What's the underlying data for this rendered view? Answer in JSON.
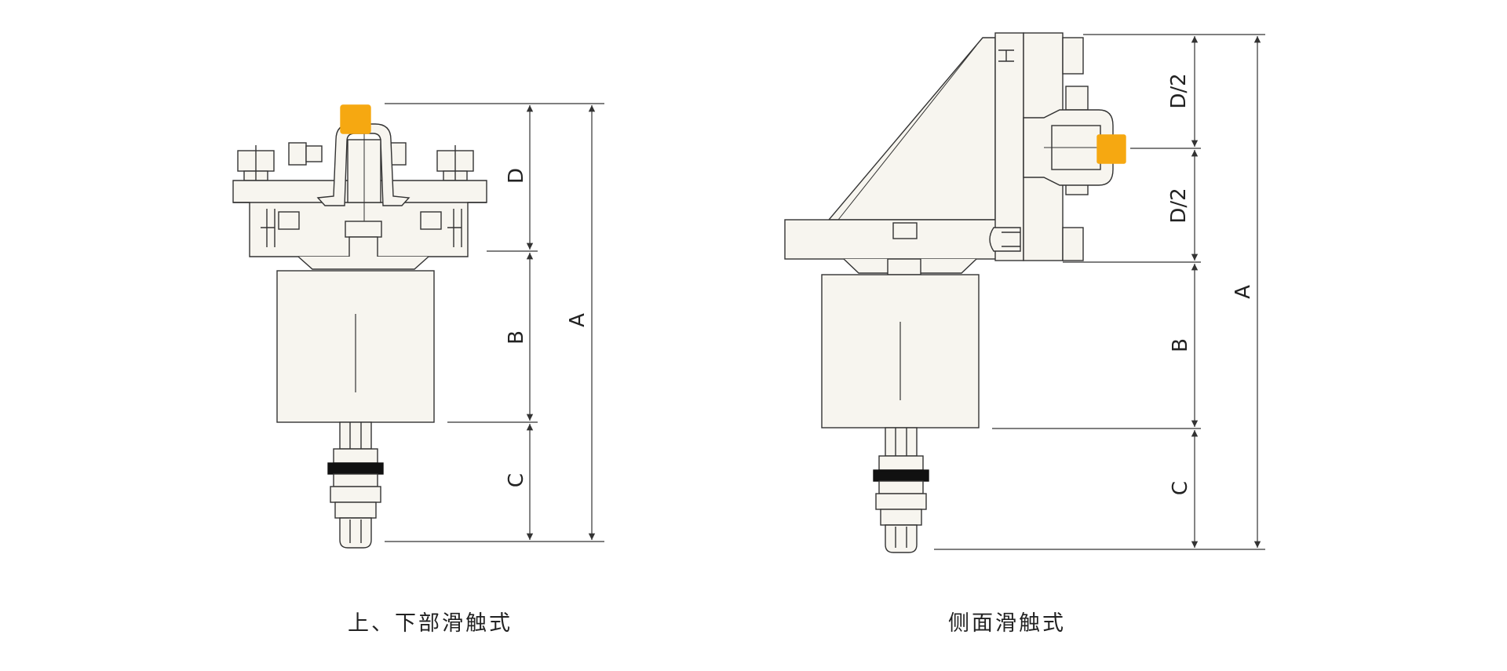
{
  "captions": {
    "left": "上、下部滑触式",
    "right": "侧面滑触式"
  },
  "dimensions": {
    "left": {
      "A": "A",
      "B": "B",
      "C": "C",
      "D": "D"
    },
    "right": {
      "A": "A",
      "B": "B",
      "C": "C",
      "D_half_top": "D/2",
      "D_half_bottom": "D/2"
    }
  },
  "colors": {
    "stroke": "#333333",
    "fill": "#f7f5ef",
    "contact": "#f6a811",
    "washer": "#111111"
  }
}
